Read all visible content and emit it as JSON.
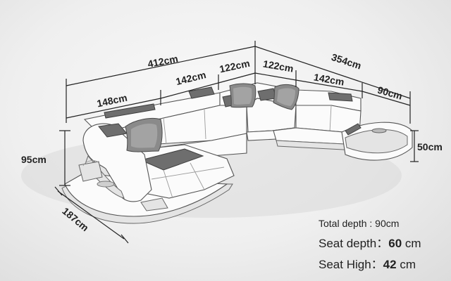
{
  "dimensions": {
    "total_left_width": "412cm",
    "total_right_width": "354cm",
    "left_back_section": "148cm",
    "left_middle_section": "142cm",
    "left_corner_section": "122cm",
    "right_corner_section": "122cm",
    "right_middle_section": "142cm",
    "right_end_section": "90cm",
    "back_height": "95cm",
    "chaise_depth": "187cm",
    "table_height": "50cm"
  },
  "specs": {
    "total_depth_label": "Total depth : ",
    "total_depth_value": "90cm",
    "seat_depth_label": "Seat depth：",
    "seat_depth_value": "60",
    "seat_depth_unit": " cm",
    "seat_high_label": "Seat High：",
    "seat_high_value": "42",
    "seat_high_unit": " cm"
  }
}
